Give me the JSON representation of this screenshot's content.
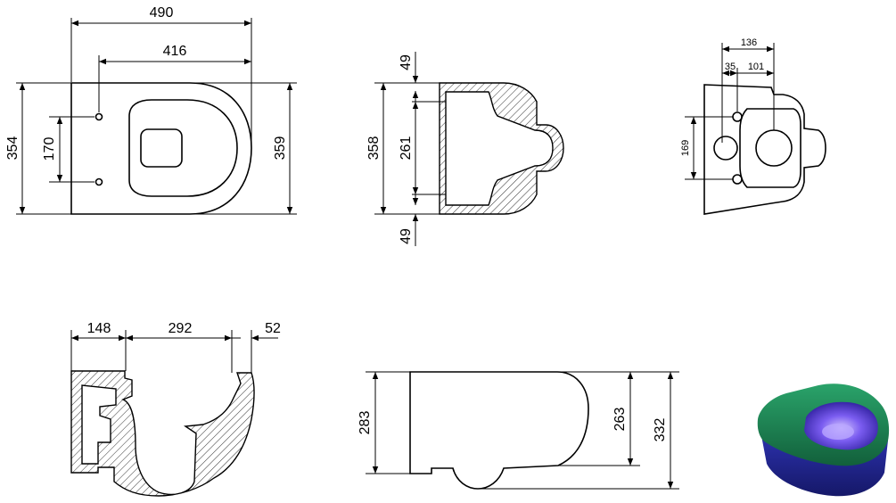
{
  "views": {
    "top_view": {
      "dim_overall_length": "490",
      "dim_fixing_to_front": "416",
      "dim_width": "354",
      "dim_fixing_spacing": "170",
      "dim_width_right": "359"
    },
    "section_top": {
      "dim_upper_wall": "49",
      "dim_total": "358",
      "dim_inner": "261",
      "dim_lower_wall": "49"
    },
    "rear_view": {
      "dim_total": "136",
      "dim_left": "35",
      "dim_right": "101",
      "dim_fixing_height": "169"
    },
    "section_side": {
      "dim_rear": "148",
      "dim_bowl": "292",
      "dim_rim": "52"
    },
    "side_view": {
      "dim_height_left": "283",
      "dim_height_inner": "263",
      "dim_height_total": "332"
    }
  },
  "render_colors": {
    "body": "#1f8a55",
    "base": "#23279a",
    "bowl": "#6e4fe0",
    "highlight": "#b9a6ff"
  }
}
